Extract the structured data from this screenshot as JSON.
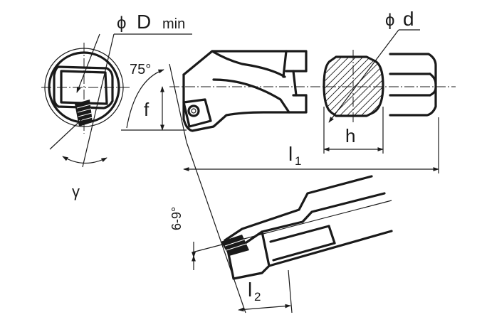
{
  "labels": {
    "phi_symbol": "ϕ",
    "d_min_main": "D",
    "d_min_sub": "min",
    "d_small": "d",
    "angle_75": "75°",
    "f": "f",
    "h": "h",
    "l1_main": "l",
    "l1_sub": "1",
    "l2_main": "l",
    "l2_sub": "2",
    "gamma": "γ",
    "angle_6_9": "6-9°"
  },
  "colors": {
    "ink": "#1a1a1a",
    "background": "#ffffff"
  }
}
